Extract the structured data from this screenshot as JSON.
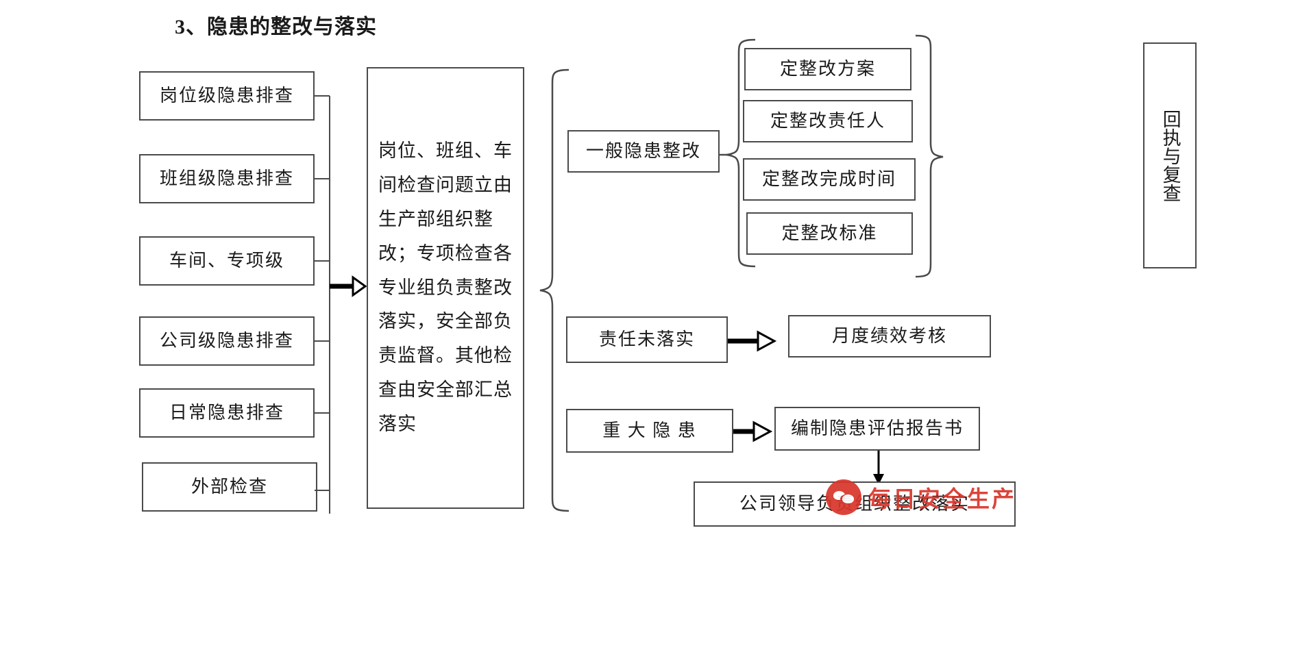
{
  "title": "3、隐患的整改与落实",
  "left_column": {
    "items": [
      {
        "label": "岗位级隐患排查"
      },
      {
        "label": "班组级隐患排查"
      },
      {
        "label": "车间、专项级"
      },
      {
        "label": "公司级隐患排查"
      },
      {
        "label": "日常隐患排查"
      },
      {
        "label": "外部检查"
      }
    ]
  },
  "center": {
    "text": "岗位、班组、车间检查问题立由生产部组织整改；专项检查各专业组负责整改落实，安全部负责监督。其他检查由安全部汇总落实"
  },
  "right": {
    "general_rectification": "一般隐患整改",
    "measures": [
      {
        "label": "定整改方案"
      },
      {
        "label": "定整改责任人"
      },
      {
        "label": "定整改完成时间"
      },
      {
        "label": "定整改标准"
      }
    ],
    "receipt_review": "回执与复查",
    "responsibility_unfulfilled": "责任未落实",
    "monthly_performance": "月度绩效考核",
    "major_hazard": "重 大 隐 患",
    "assessment_report": "编制隐患评估报告书",
    "leader_rectification": "公司领导负责组织整改落实"
  },
  "watermark": {
    "text": "每日安全生产",
    "color": "#d8352a"
  },
  "colors": {
    "stroke": "#4a4a4a",
    "arrow": "#000000",
    "background": "#ffffff",
    "text": "#1a1a1a"
  }
}
